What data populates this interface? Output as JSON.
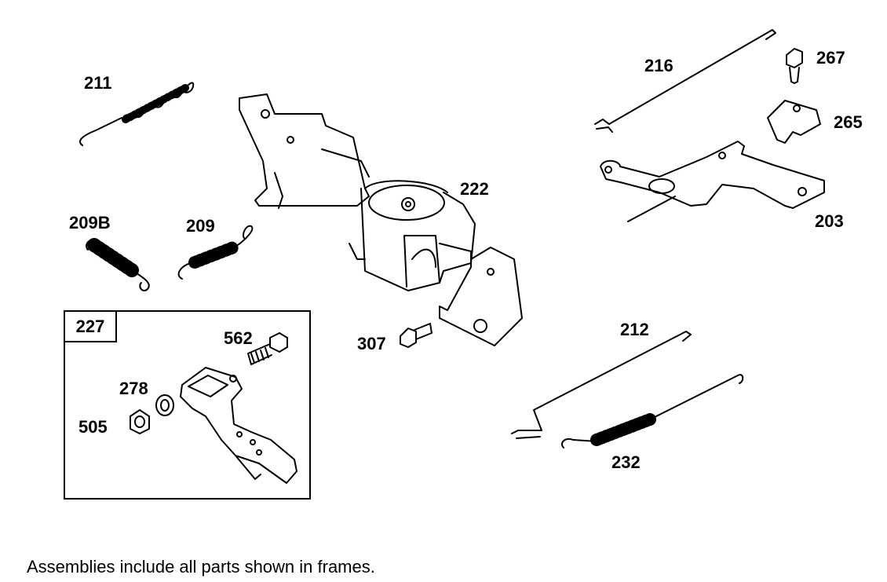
{
  "parts": [
    {
      "id": "p211",
      "label": "211"
    },
    {
      "id": "p209b",
      "label": "209B"
    },
    {
      "id": "p209",
      "label": "209"
    },
    {
      "id": "p222",
      "label": "222"
    },
    {
      "id": "p216",
      "label": "216"
    },
    {
      "id": "p267",
      "label": "267"
    },
    {
      "id": "p265",
      "label": "265"
    },
    {
      "id": "p203",
      "label": "203"
    },
    {
      "id": "p307",
      "label": "307"
    },
    {
      "id": "p212",
      "label": "212"
    },
    {
      "id": "p232",
      "label": "232"
    },
    {
      "id": "p562",
      "label": "562"
    },
    {
      "id": "p278",
      "label": "278"
    },
    {
      "id": "p505",
      "label": "505"
    }
  ],
  "frame": {
    "label": "227"
  },
  "footnote": "Assemblies include all parts shown in frames."
}
